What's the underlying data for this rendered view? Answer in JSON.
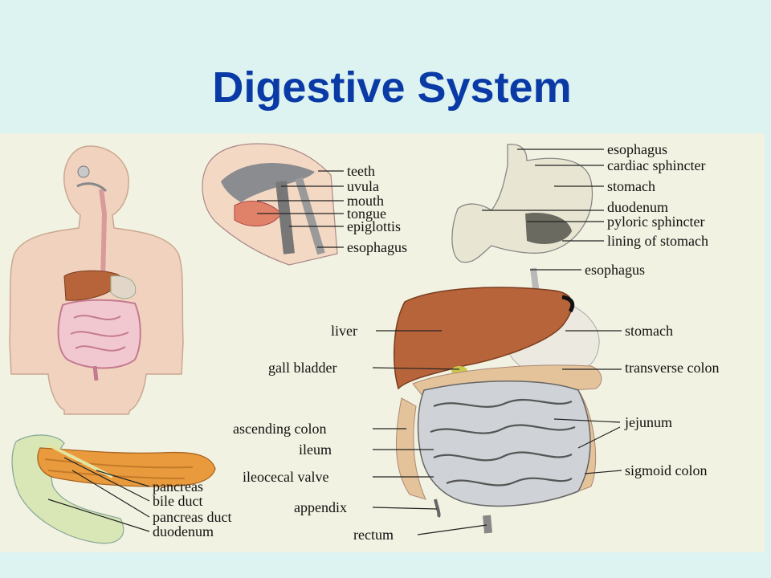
{
  "title": "Digestive System",
  "colors": {
    "title": "#0a3aa6",
    "background": "#dcf3f1",
    "panel": "#f2f2e2",
    "liver": "#b8643a",
    "intestine": "#cfd2d6",
    "skin": "#f0d2bf"
  },
  "labels": {
    "head": [
      "teeth",
      "uvula",
      "mouth",
      "tongue",
      "epiglottis",
      "esophagus"
    ],
    "stomach": [
      "esophagus",
      "cardiac sphincter",
      "stomach",
      "duodenum",
      "pyloric sphincter",
      "lining of stomach"
    ],
    "main_right": [
      "esophagus",
      "stomach",
      "transverse colon",
      "jejunum",
      "sigmoid colon"
    ],
    "main_left": [
      "liver",
      "gall bladder",
      "ascending colon",
      "ileum",
      "ileocecal valve",
      "appendix",
      "rectum"
    ],
    "pancreas": [
      "pancreas",
      "bile duct",
      "pancreas duct",
      "duodenum"
    ]
  }
}
